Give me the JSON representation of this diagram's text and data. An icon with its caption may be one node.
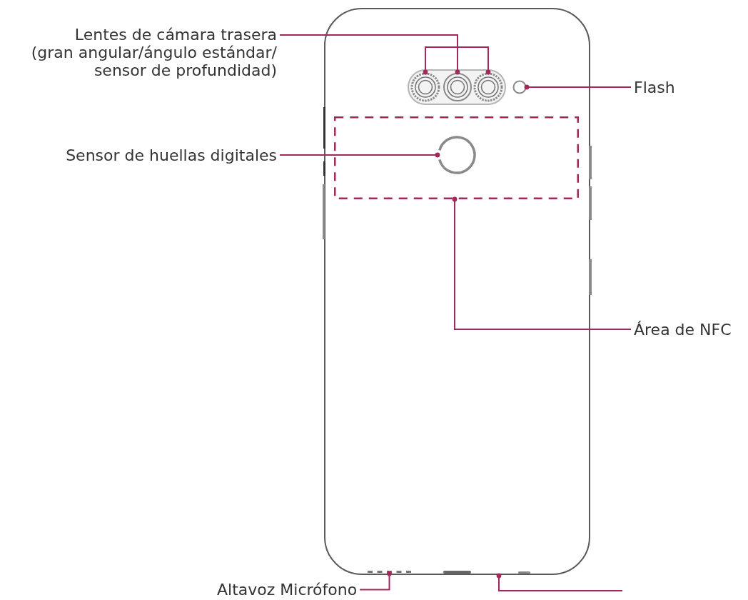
{
  "diagram": {
    "nodes": [
      {
        "text": [],
        "shape": "picture"
      },
      {
        "text": [
          "Lentes de cámara trasera (gran angular/ángulo estándar/ sensor de profundidad)"
        ]
      },
      {
        "text": [],
        "shape": "circle",
        "in": 0
      },
      {
        "text": [],
        "shape": "circle",
        "in": 0
      },
      {
        "text": [],
        "shape": "circle",
        "in": 0
      },
      {
        "text": [],
        "shape": "circle",
        "in": 0
      },
      {
        "text": [
          "Flash"
        ]
      },
      {
        "text": [
          "Sensor de huellas digitales"
        ]
      },
      {
        "text": [],
        "shape": "box",
        "in": 0
      },
      {
        "text": [],
        "shape": "circle",
        "in": 8
      },
      {
        "text": [
          "Área de NFC"
        ]
      },
      {
        "text": [],
        "shape": "bar",
        "in": 0
      },
      {
        "text": [
          "Altavoz Micrófono"
        ]
      }
    ],
    "edges": [
      {
        "from": 1,
        "to": 2,
        "arrow": "other"
      },
      {
        "from": 1,
        "to": 3,
        "arrow": "other"
      },
      {
        "from": 1,
        "to": 4,
        "arrow": "other"
      },
      {
        "from": 6,
        "to": 5,
        "arrow": "other"
      },
      {
        "from": 7,
        "to": 9,
        "arrow": "other"
      },
      {
        "from": 10,
        "to": 8,
        "arrow": "other"
      },
      {
        "from": 12,
        "to": 11,
        "arrow": "other"
      },
      {
        "from": null,
        "to": 0,
        "arrow": "other"
      }
    ]
  }
}
